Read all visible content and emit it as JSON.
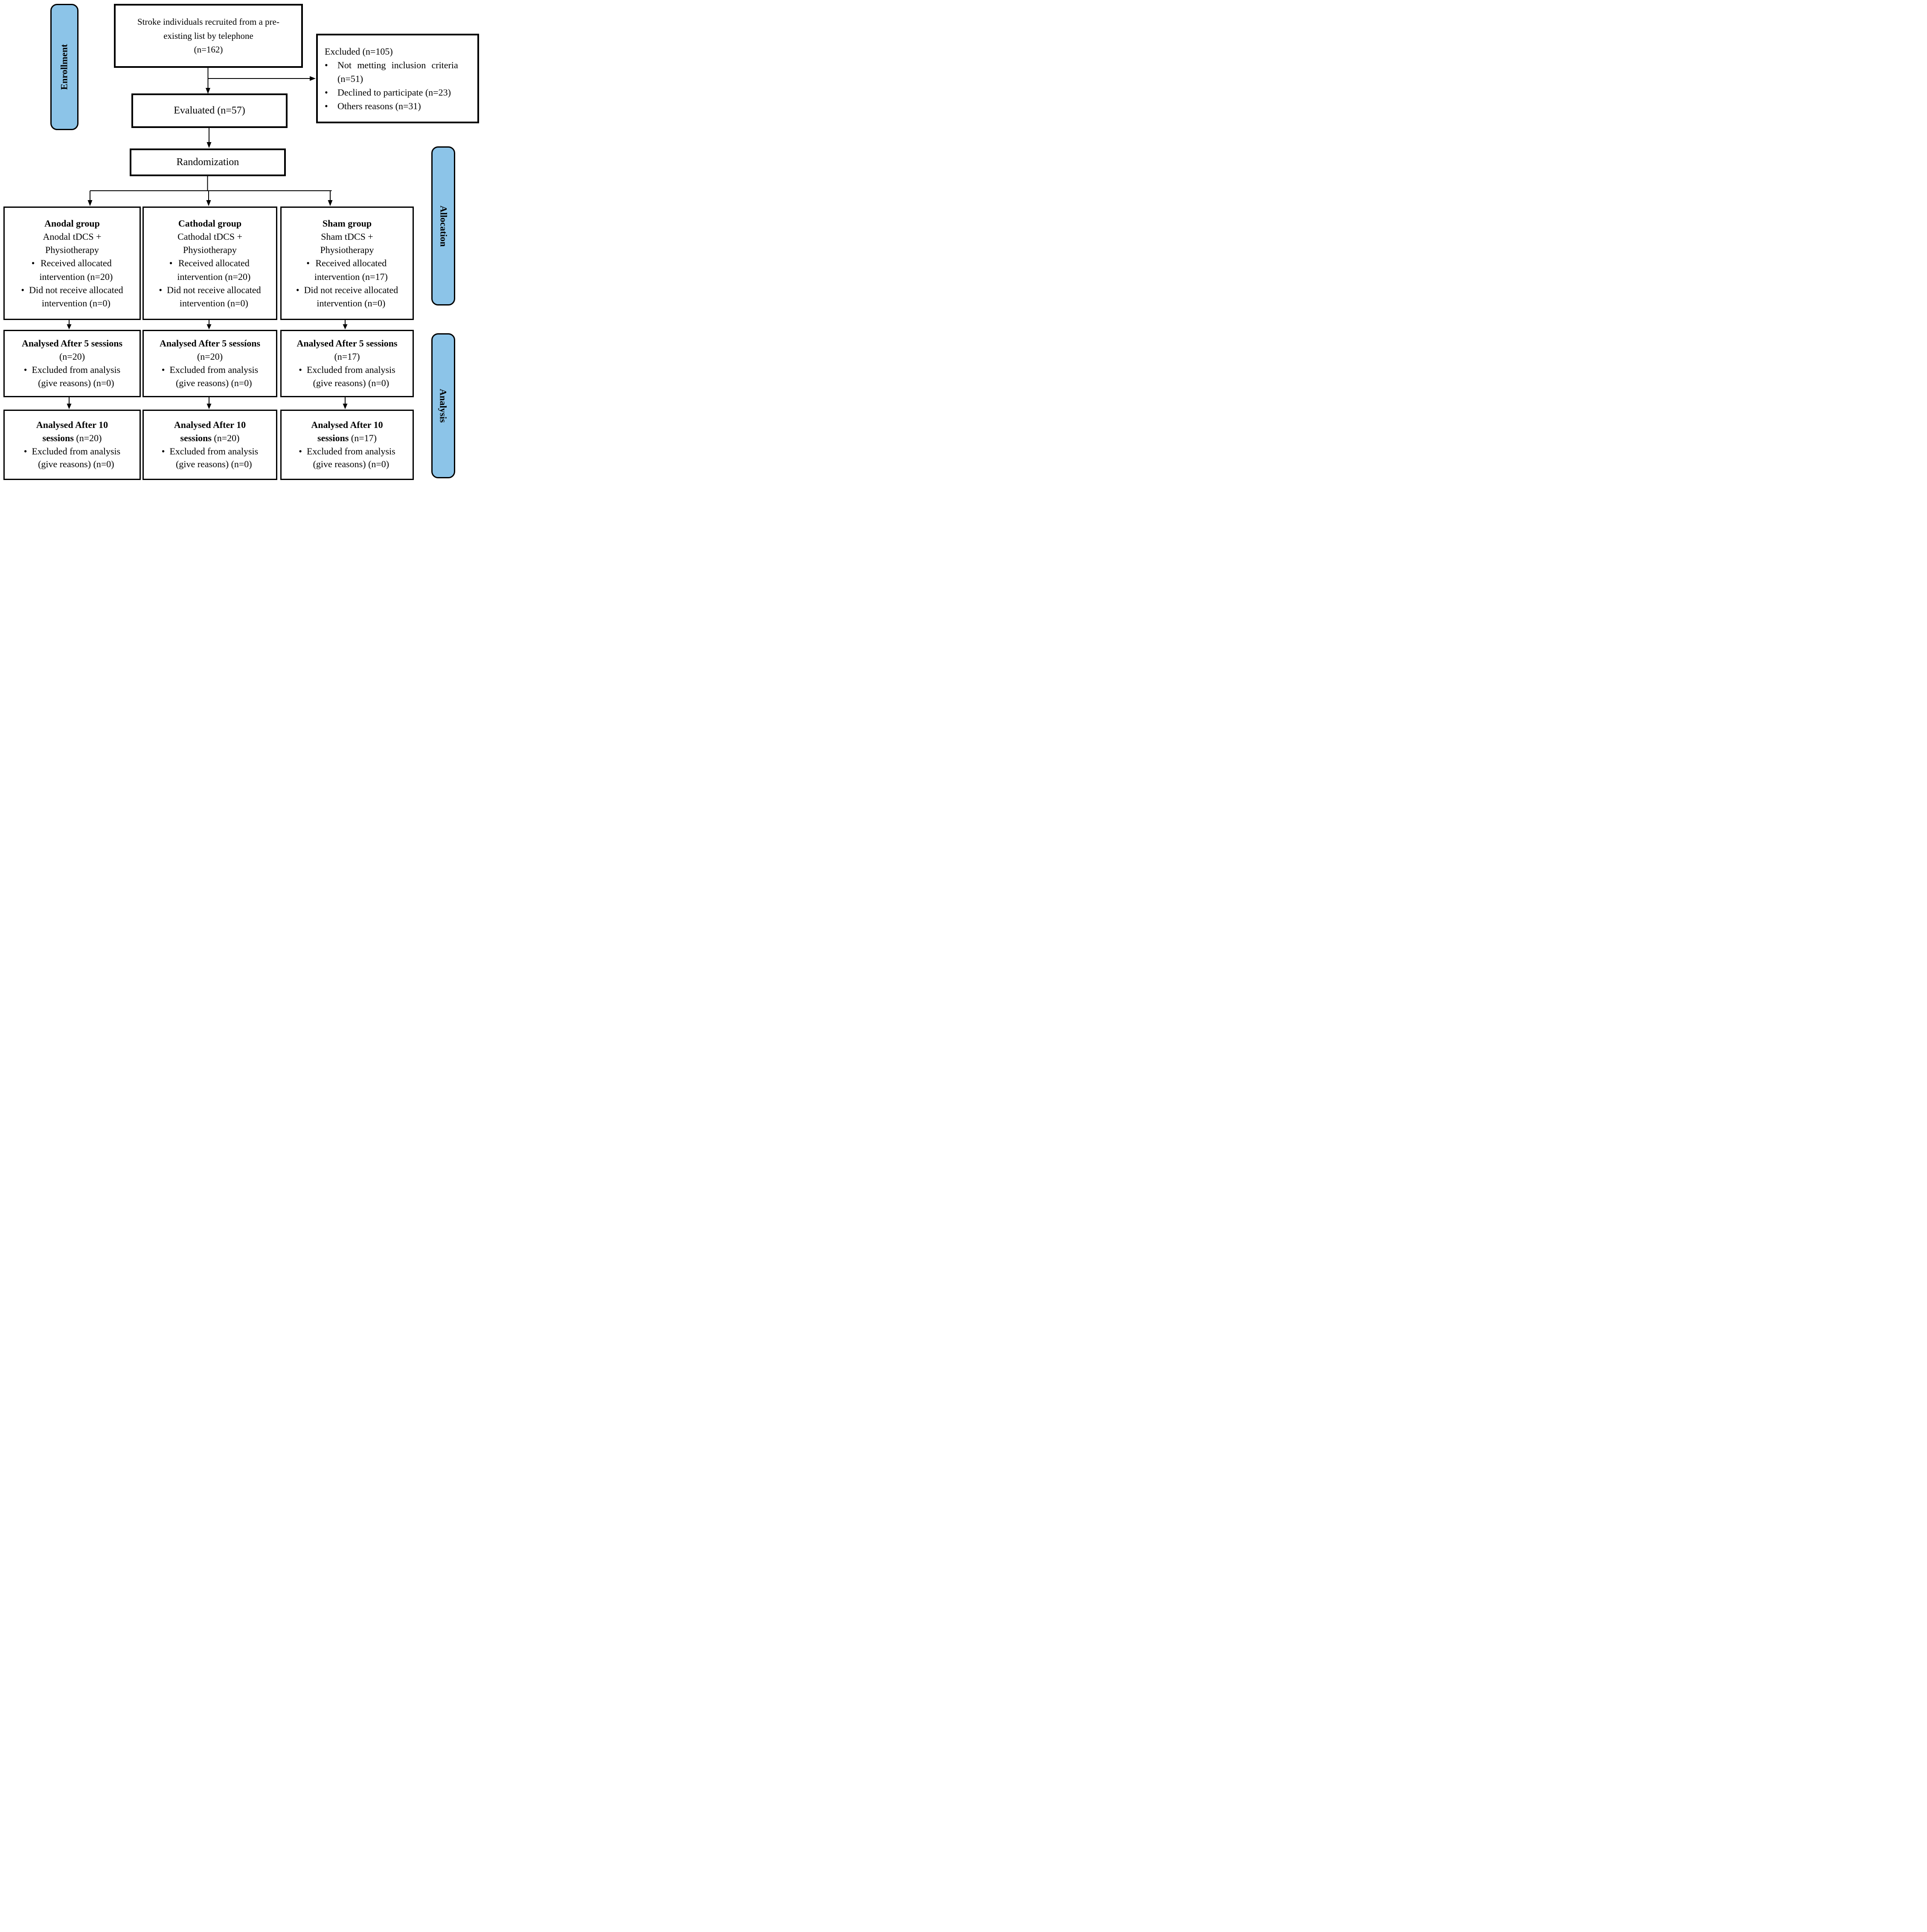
{
  "colors": {
    "stage_fill": "#8CC4E8",
    "line_color": "#000000",
    "background": "#ffffff"
  },
  "bullet_char": "•",
  "stages": {
    "enrollment": "Enrollment",
    "allocation": "Allocation",
    "analysis": "Analysis"
  },
  "recruited": {
    "lines": [
      "Stroke individuals recruited from a pre-",
      "existing list by telephone",
      "(n=162)"
    ]
  },
  "excluded": {
    "title": "Excluded (n=105)",
    "item1": {
      "line1": "Not metting inclusion criteria",
      "line2": "(n=51)"
    },
    "item2": {
      "line1": "Declined to participate (n=23)"
    },
    "item3": {
      "line1": "Others reasons (n=31)"
    }
  },
  "evaluated": {
    "label": "Evaluated (n=57)"
  },
  "randomization": {
    "label": "Randomization"
  },
  "allocation_row": [
    {
      "title": "Anodal group",
      "subtitle1": "Anodal tDCS +",
      "subtitle2": "Physiotherapy",
      "bullet1": [
        "Received allocated",
        "intervention (n=20)"
      ],
      "bullet2": [
        "Did not receive allocated",
        "intervention (n=0)"
      ]
    },
    {
      "title": "Cathodal group",
      "subtitle1": "Cathodal tDCS +",
      "subtitle2": "Physiotherapy",
      "bullet1": [
        "Received allocated",
        "intervention (n=20)"
      ],
      "bullet2": [
        "Did not receive allocated",
        "intervention (n=0)"
      ]
    },
    {
      "title": "Sham group",
      "subtitle1": "Sham tDCS +",
      "subtitle2": "Physiotherapy",
      "bullet1": [
        "Received allocated",
        "intervention (n=17)"
      ],
      "bullet2": [
        "Did not receive allocated",
        "intervention (n=0)"
      ]
    }
  ],
  "after5_row": [
    {
      "title": "Analysed After 5 sessions",
      "n": "(n=20)",
      "bullet": [
        "Excluded from analysis",
        "(give reasons) (n=0)"
      ]
    },
    {
      "title": "Analysed After 5 sessíons",
      "n": "(n=20)",
      "bullet": [
        "Excluded from analysis",
        "(give reasons) (n=0)"
      ]
    },
    {
      "title": "Analysed After 5 sessions",
      "n": "(n=17)",
      "bullet": [
        "Excluded from analysis",
        "(give reasons) (n=0)"
      ]
    }
  ],
  "after10_row": [
    {
      "title_line1": "Analysed After 10",
      "title_bold2": "sessions",
      "n": "(n=20)",
      "bullet": [
        "Excluded from analysis",
        "(give reasons) (n=0)"
      ]
    },
    {
      "title_line1": "Analysed After 10",
      "title_bold2": "sessions",
      "n": "(n=20)",
      "bullet": [
        "Excluded from analysis",
        "(give reasons) (n=0)"
      ]
    },
    {
      "title_line1": "Analysed After 10",
      "title_bold2": "sessions",
      "n": "(n=17)",
      "bullet": [
        "Excluded from analysis",
        "(give reasons) (n=0)"
      ]
    }
  ]
}
